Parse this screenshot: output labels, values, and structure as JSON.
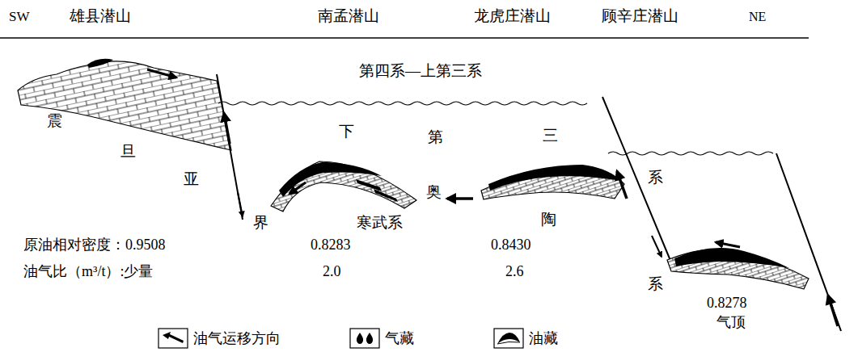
{
  "diagram": {
    "labels": [
      "SW",
      "雄县潜山",
      "南孟潜山",
      "龙虎庄潜山",
      "顾辛庄潜山",
      "NE",
      "第四系—上第三系",
      "震",
      "旦",
      "亚",
      "界",
      "下",
      "第",
      "三",
      "系",
      "寒武系",
      "奥",
      "陶",
      "系",
      "原油相对密度：0.9508",
      "0.8283",
      "0.8430",
      "油气比（m³/t）:少量",
      "2.0",
      "2.6",
      "0.8278",
      "气顶"
    ],
    "legend": [
      {
        "text": "油气运移方向"
      },
      {
        "text": "气藏"
      },
      {
        "text": "油藏"
      }
    ]
  }
}
